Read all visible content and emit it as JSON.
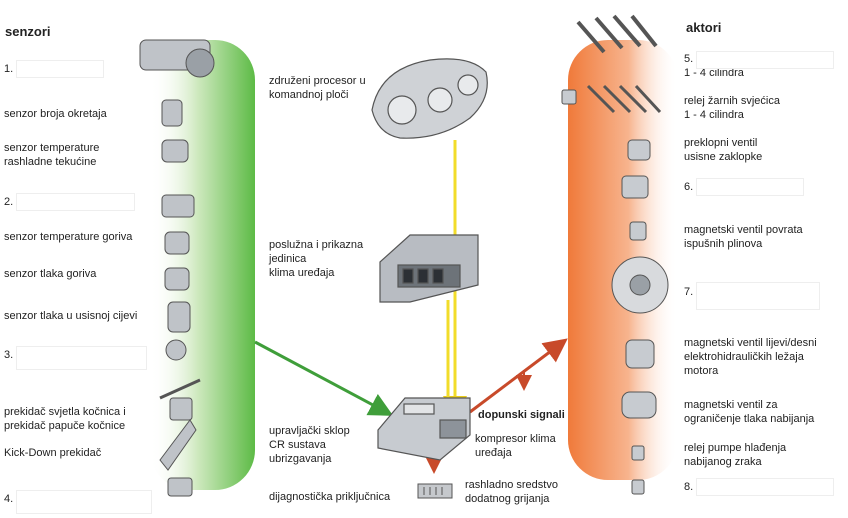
{
  "sensors": {
    "title": "senzori",
    "items": [
      {
        "id": "s1",
        "text": "1."
      },
      {
        "id": "s2",
        "text": "senzor broja okretaja"
      },
      {
        "id": "s3",
        "text": "senzor temperature\nrashladne tekućine"
      },
      {
        "id": "s4",
        "text": "2."
      },
      {
        "id": "s5",
        "text": "senzor temperature goriva"
      },
      {
        "id": "s6",
        "text": "senzor tlaka goriva"
      },
      {
        "id": "s7",
        "text": "senzor tlaka u usisnoj cijevi"
      },
      {
        "id": "s8",
        "text": "3."
      },
      {
        "id": "s9",
        "text": "prekidač svjetla kočnica i\nprekidač papuče kočnice"
      },
      {
        "id": "s10",
        "text": "Kick-Down prekidač"
      },
      {
        "id": "s11",
        "text": "4."
      }
    ]
  },
  "center": {
    "dashboard": "združeni procesor u\nkomandnoj ploči",
    "climate_unit": "poslužna i prikazna\njedinica\nklima uređaja",
    "ecu": "upravljački sklop\nCR sustava\nubrizgavanja",
    "diagnostic": "dijagnostička priključnica",
    "extra_signals": "dopunski signali",
    "compressor": "kompresor klima\nuređaja",
    "coolant_heater": "rashladno sredstvo\ndodatnog grijanja"
  },
  "actuators": {
    "title": "aktori",
    "items": [
      {
        "id": "a1",
        "text": "5.\n1 - 4 cilindra"
      },
      {
        "id": "a2",
        "text": "relej žarnih svjećica\n1 - 4 cilindra"
      },
      {
        "id": "a3",
        "text": "preklopni ventil\nusisne zaklopke"
      },
      {
        "id": "a4",
        "text": "6."
      },
      {
        "id": "a5",
        "text": "magnetski ventil povrata\nispušnih plinova"
      },
      {
        "id": "a6",
        "text": "7."
      },
      {
        "id": "a7",
        "text": "magnetski ventil lijevi/desni\nelektrohidrauličkih ležaja\nmotora"
      },
      {
        "id": "a8",
        "text": "magnetski ventil za\nograničenje tlaka nabijanja"
      },
      {
        "id": "a9",
        "text": "relej pumpe hlađenja\nnabijanog zraka"
      },
      {
        "id": "a10",
        "text": "8."
      }
    ]
  },
  "colors": {
    "sensor_band": "#5dbb46",
    "actuator_band": "#f07a3a",
    "green_arrow": "#3f9e3a",
    "red_arrow": "#c84a2a",
    "yellow_line": "#f2dc2a"
  }
}
